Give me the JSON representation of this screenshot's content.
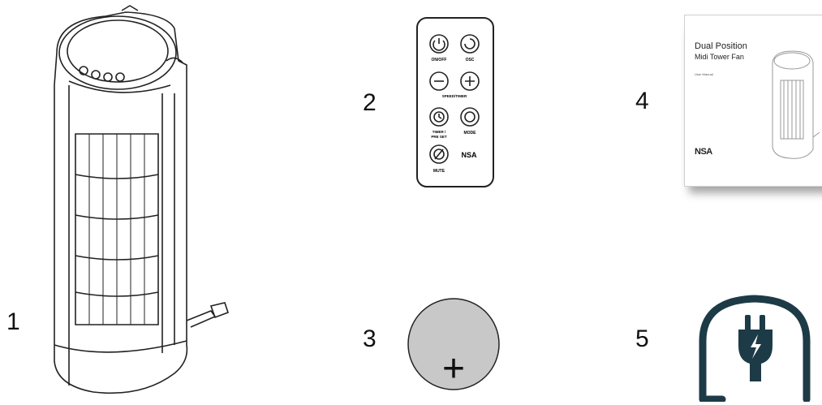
{
  "items": [
    {
      "number": "1",
      "icon": "tower-fan-icon"
    },
    {
      "number": "2",
      "icon": "remote-control-icon"
    },
    {
      "number": "3",
      "icon": "battery-icon"
    },
    {
      "number": "4",
      "icon": "user-manual-icon"
    },
    {
      "number": "5",
      "icon": "power-plug-icon"
    }
  ],
  "remote": {
    "on_off": "ON/OFF",
    "osc": "OSC",
    "speed_timer": "SPEED/TIMER",
    "timer_preset_1": "TIMER /",
    "timer_preset_2": "PRE SET",
    "mode": "MODE",
    "mute": "MUTE",
    "brand": "NSA"
  },
  "battery": {
    "symbol": "+"
  },
  "manual": {
    "title": "Dual Position",
    "subtitle": "Midi Tower Fan",
    "small": "User Manual",
    "brand": "NSA"
  },
  "colors": {
    "battery_fill": "#c8c8c8",
    "plug_stroke": "#1d3b47"
  }
}
